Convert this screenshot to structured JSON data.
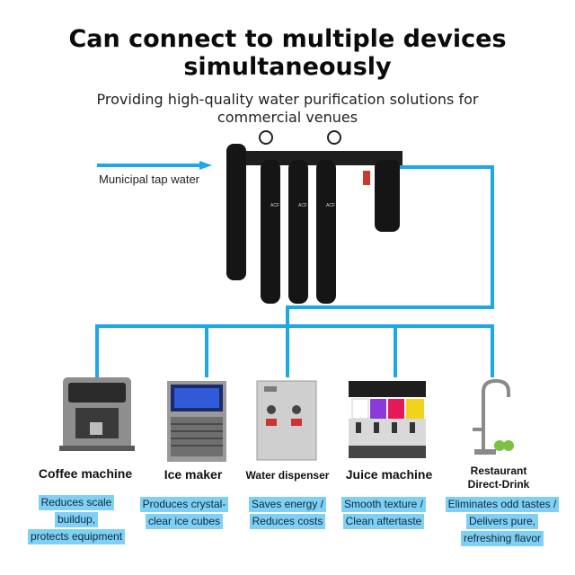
{
  "title": {
    "line1": "Can connect to multiple devices",
    "line2": "simultaneously"
  },
  "subtitle": {
    "line1": "Providing high-quality water purification solutions for",
    "line2": "commercial venues"
  },
  "inlet_label": "Municipal tap water",
  "filter_labels": [
    "ACF",
    "ACF",
    "ACF"
  ],
  "colors": {
    "pipe": "#1ba7e8",
    "badge_bg": "#7fd0f4",
    "filter_body": "#151515"
  },
  "devices": [
    {
      "icon": "coffee-machine-icon",
      "name": "Coffee machine",
      "benefits": [
        "Reduces scale",
        "buildup,",
        "protects equipment"
      ]
    },
    {
      "icon": "ice-maker-icon",
      "name": "Ice maker",
      "benefits": [
        "Produces crystal-",
        "clear ice cubes"
      ]
    },
    {
      "icon": "water-dispenser-icon",
      "name": "Water dispenser",
      "benefits": [
        "Saves energy /",
        "Reduces costs"
      ]
    },
    {
      "icon": "juice-machine-icon",
      "name": "Juice machine",
      "benefits": [
        "Smooth texture /",
        "Clean aftertaste"
      ]
    },
    {
      "icon": "faucet-icon",
      "name": "Restaurant\nDirect-Drink",
      "benefits": [
        "Eliminates odd tastes /",
        "Delivers pure,",
        "refreshing flavor"
      ]
    }
  ]
}
